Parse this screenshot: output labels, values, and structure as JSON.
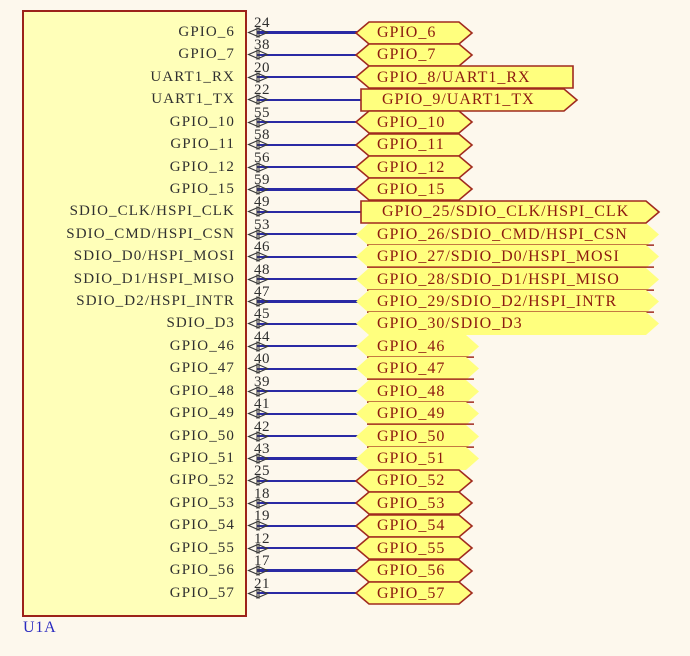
{
  "schematic": {
    "designator": "U1A",
    "colors": {
      "background": "#FDF8ED",
      "body_fill": "#FFFFB9",
      "body_border": "#9C231B",
      "port_fill": "#FFFF7E",
      "port_border": "#A02A1F",
      "port_text": "#8C1A10",
      "wire": "#2A2AA4",
      "pin_text": "#303030",
      "designator_text": "#2B2BC0"
    },
    "pins": [
      {
        "name": "GPIO_6",
        "number": "24",
        "port": {
          "label": "GPIO_6",
          "shape": "hex",
          "border": true,
          "underline": false,
          "size": "s"
        }
      },
      {
        "name": "GPIO_7",
        "number": "38",
        "port": {
          "label": "GPIO_7",
          "shape": "hex",
          "border": true,
          "underline": false,
          "size": "s"
        }
      },
      {
        "name": "UART1_RX",
        "number": "20",
        "port": {
          "label": "GPIO_8/UART1_RX",
          "shape": "flag-left",
          "border": true,
          "underline": false,
          "size": "m"
        }
      },
      {
        "name": "UART1_TX",
        "number": "22",
        "port": {
          "label": "GPIO_9/UART1_TX",
          "shape": "flag-right",
          "border": true,
          "underline": false,
          "size": "m2"
        }
      },
      {
        "name": "GPIO_10",
        "number": "55",
        "port": {
          "label": "GPIO_10",
          "shape": "hex",
          "border": true,
          "underline": false,
          "size": "s"
        }
      },
      {
        "name": "GPIO_11",
        "number": "58",
        "port": {
          "label": "GPIO_11",
          "shape": "hex",
          "border": true,
          "underline": false,
          "size": "s"
        }
      },
      {
        "name": "GPIO_12",
        "number": "56",
        "port": {
          "label": "GPIO_12",
          "shape": "hex",
          "border": true,
          "underline": false,
          "size": "s"
        }
      },
      {
        "name": "GPIO_15",
        "number": "59",
        "port": {
          "label": "GPIO_15",
          "shape": "hex",
          "border": true,
          "underline": false,
          "size": "s"
        }
      },
      {
        "name": "SDIO_CLK/HSPI_CLK",
        "number": "49",
        "port": {
          "label": "GPIO_25/SDIO_CLK/HSPI_CLK",
          "shape": "flag-right",
          "border": true,
          "underline": false,
          "size": "w2"
        }
      },
      {
        "name": "SDIO_CMD/HSPI_CSN",
        "number": "53",
        "port": {
          "label": "GPIO_26/SDIO_CMD/HSPI_CSN",
          "shape": "hex",
          "border": false,
          "underline": true,
          "size": "w"
        }
      },
      {
        "name": "SDIO_D0/HSPI_MOSI",
        "number": "46",
        "port": {
          "label": "GPIO_27/SDIO_D0/HSPI_MOSI",
          "shape": "hex",
          "border": false,
          "underline": true,
          "size": "w"
        }
      },
      {
        "name": "SDIO_D1/HSPI_MISO",
        "number": "48",
        "port": {
          "label": "GPIO_28/SDIO_D1/HSPI_MISO",
          "shape": "hex",
          "border": false,
          "underline": true,
          "size": "w"
        }
      },
      {
        "name": "SDIO_D2/HSPI_INTR",
        "number": "47",
        "port": {
          "label": "GPIO_29/SDIO_D2/HSPI_INTR",
          "shape": "hex",
          "border": false,
          "underline": true,
          "size": "w"
        }
      },
      {
        "name": "SDIO_D3",
        "number": "45",
        "port": {
          "label": "GPIO_30/SDIO_D3",
          "shape": "hex",
          "border": false,
          "underline": false,
          "size": "w"
        }
      },
      {
        "name": "GPIO_46",
        "number": "44",
        "port": {
          "label": "GPIO_46",
          "shape": "hex",
          "border": false,
          "underline": true,
          "size": "s2"
        }
      },
      {
        "name": "GPIO_47",
        "number": "40",
        "port": {
          "label": "GPIO_47",
          "shape": "hex",
          "border": false,
          "underline": true,
          "size": "s2"
        }
      },
      {
        "name": "GPIO_48",
        "number": "39",
        "port": {
          "label": "GPIO_48",
          "shape": "hex",
          "border": false,
          "underline": true,
          "size": "s2"
        }
      },
      {
        "name": "GPIO_49",
        "number": "41",
        "port": {
          "label": "GPIO_49",
          "shape": "hex",
          "border": false,
          "underline": true,
          "size": "s2"
        }
      },
      {
        "name": "GPIO_50",
        "number": "42",
        "port": {
          "label": "GPIO_50",
          "shape": "hex",
          "border": false,
          "underline": true,
          "size": "s2"
        }
      },
      {
        "name": "GPIO_51",
        "number": "43",
        "port": {
          "label": "GPIO_51",
          "shape": "hex",
          "border": false,
          "underline": false,
          "size": "s2"
        }
      },
      {
        "name": "GIPO_52",
        "number": "25",
        "port": {
          "label": "GPIO_52",
          "shape": "hex",
          "border": true,
          "underline": false,
          "size": "s"
        }
      },
      {
        "name": "GPIO_53",
        "number": "18",
        "port": {
          "label": "GPIO_53",
          "shape": "hex",
          "border": true,
          "underline": false,
          "size": "s"
        }
      },
      {
        "name": "GPIO_54",
        "number": "19",
        "port": {
          "label": "GPIO_54",
          "shape": "hex",
          "border": true,
          "underline": false,
          "size": "s"
        }
      },
      {
        "name": "GPIO_55",
        "number": "12",
        "port": {
          "label": "GPIO_55",
          "shape": "hex",
          "border": true,
          "underline": false,
          "size": "s"
        }
      },
      {
        "name": "GPIO_56",
        "number": "17",
        "port": {
          "label": "GPIO_56",
          "shape": "hex",
          "border": true,
          "underline": false,
          "size": "s"
        }
      },
      {
        "name": "GPIO_57",
        "number": "21",
        "port": {
          "label": "GPIO_57",
          "shape": "hex",
          "border": true,
          "underline": false,
          "size": "s"
        }
      }
    ]
  }
}
